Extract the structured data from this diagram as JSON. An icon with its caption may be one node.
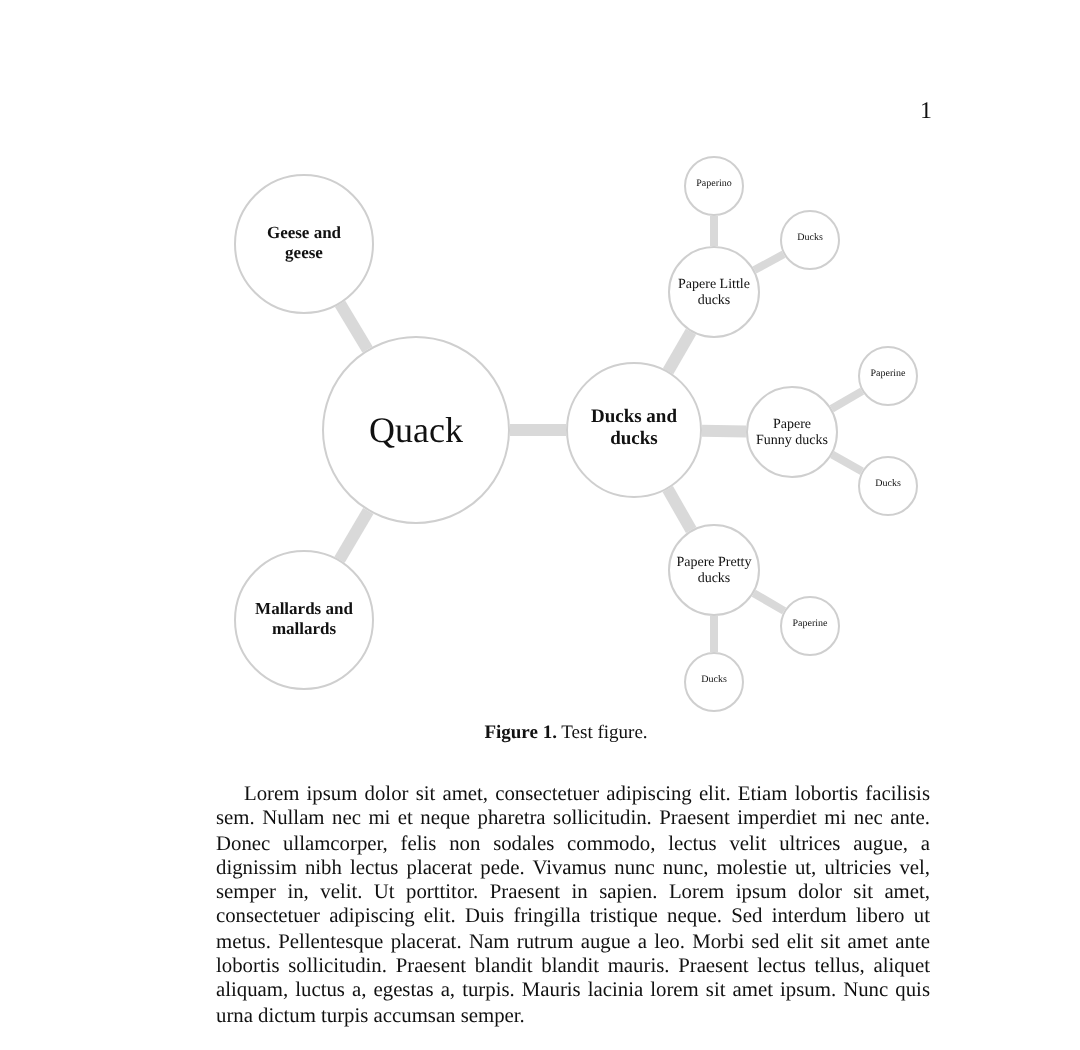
{
  "diagram": {
    "caption": "**Figure 1.** Test figure.",
    "nodes": [
      {
        "text": [
          "Quack"
        ]
      },
      {
        "text": [
          "Geese and geese"
        ]
      },
      {
        "text": [
          "Mallards and mallards"
        ]
      },
      {
        "text": [
          "Ducks and ducks"
        ]
      },
      {
        "text": [
          "Papere Little ducks"
        ]
      },
      {
        "text": [
          "Paperino"
        ]
      },
      {
        "text": [
          "Ducks"
        ]
      },
      {
        "text": [
          "Papere Funny ducks"
        ]
      },
      {
        "text": [
          "Paperine"
        ]
      },
      {
        "text": [
          "Ducks"
        ]
      },
      {
        "text": [
          "Papere Pretty ducks"
        ]
      },
      {
        "text": [
          "Paperine"
        ]
      },
      {
        "text": [
          "Ducks"
        ]
      }
    ],
    "edges": [
      {
        "from": 0,
        "to": 1,
        "arrow": "none"
      },
      {
        "from": 0,
        "to": 2,
        "arrow": "none"
      },
      {
        "from": 0,
        "to": 3,
        "arrow": "none"
      },
      {
        "from": 3,
        "to": 4,
        "arrow": "none"
      },
      {
        "from": 4,
        "to": 5,
        "arrow": "none"
      },
      {
        "from": 4,
        "to": 6,
        "arrow": "none"
      },
      {
        "from": 3,
        "to": 7,
        "arrow": "none"
      },
      {
        "from": 7,
        "to": 8,
        "arrow": "none"
      },
      {
        "from": 7,
        "to": 9,
        "arrow": "none"
      },
      {
        "from": 3,
        "to": 10,
        "arrow": "none"
      },
      {
        "from": 10,
        "to": 11,
        "arrow": "none"
      },
      {
        "from": 10,
        "to": 12,
        "arrow": "none"
      }
    ],
    "labels": [
      "1",
      "Lorem ipsum dolor sit amet, consectetuer adipiscing elit. Etiam lobortis facilisis sem. Nullam nec mi et neque pharetra sollicitudin. Praesent imperdiet mi nec ante. Donec ullamcorper, felis non sodales commodo, lectus velit ultrices augue, a dignissim nibh lectus placerat pede. Vivamus nunc nunc, molestie ut, ultricies vel, semper in, velit. Ut porttitor. Praesent in sapien. Lorem ipsum dolor sit amet, consectetuer adipiscing elit. Duis fringilla tristique neque. Sed interdum libero ut metus. Pellentesque placerat. Nam rutrum augue a leo. Morbi sed elit sit amet ante lobortis sollicitudin. Praesent blandit blandit mauris. Praesent lectus tellus, aliquet aliquam, luctus a, egestas a, turpis. Mauris lacinia lorem sit amet ipsum. Nunc quis urna dictum turpis accumsan semper."
    ]
  }
}
